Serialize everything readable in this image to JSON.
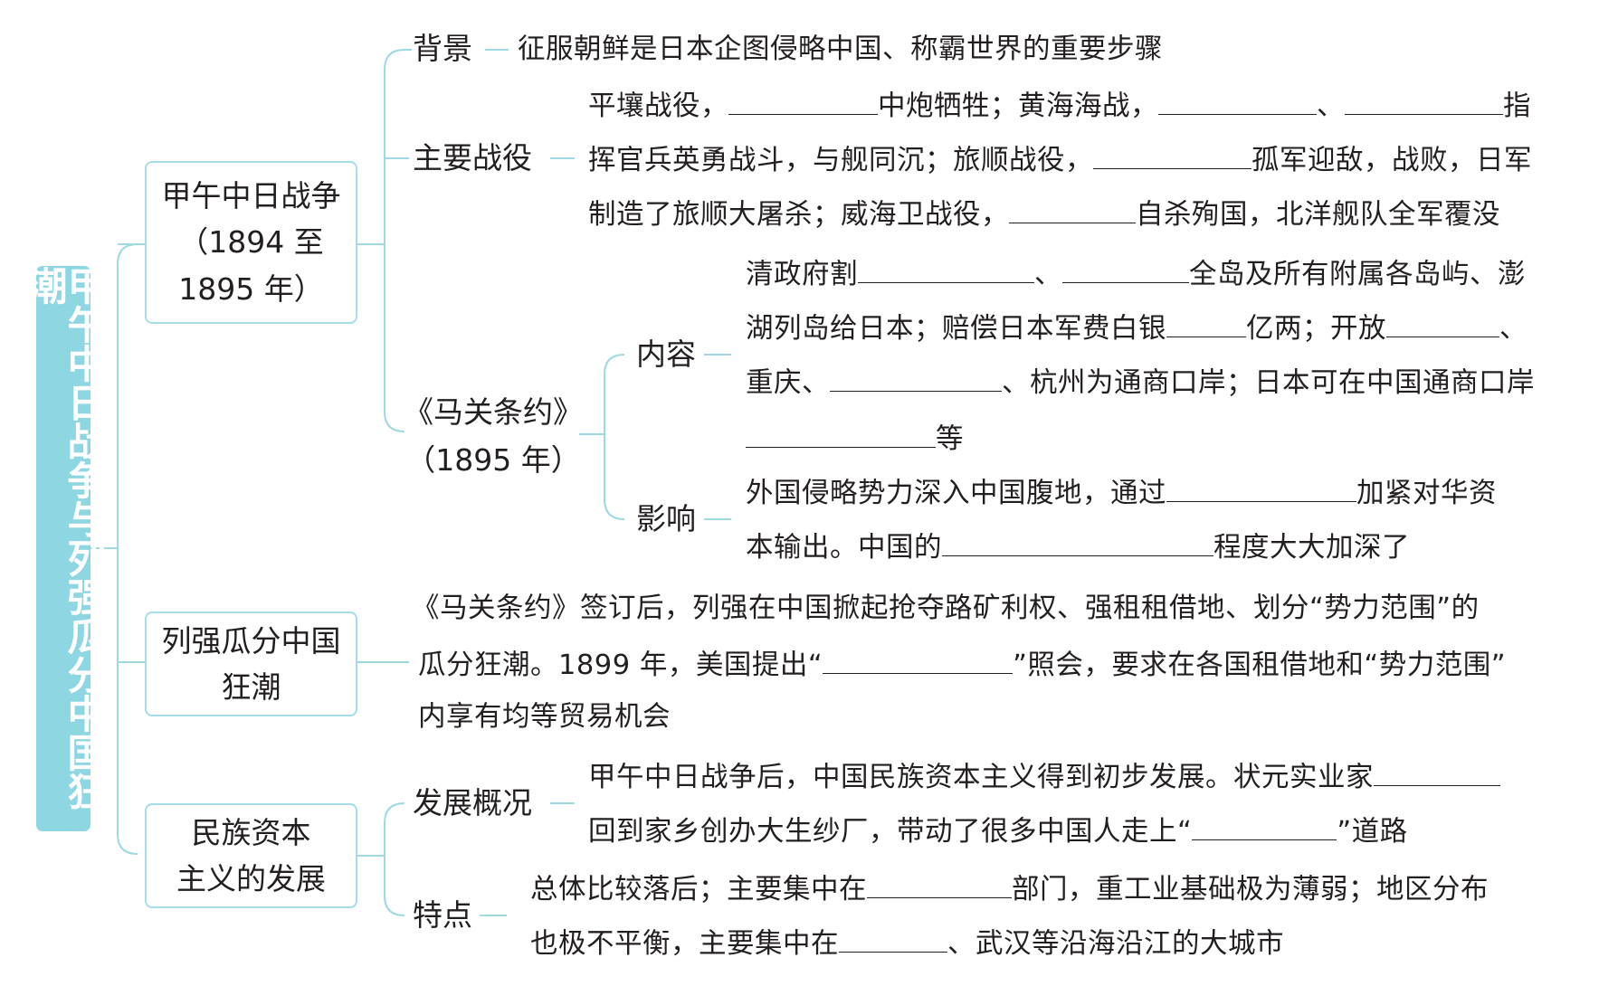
{
  "root": "甲午中日战争与列强瓜分中国狂潮",
  "sections": {
    "war": {
      "title_line1": "甲午中日战争",
      "title_line2": "（1894 至",
      "title_line3": "1895 年）",
      "background": {
        "label": "背景",
        "text": "征服朝鲜是日本企图侵略中国、称霸世界的重要步骤"
      },
      "battles": {
        "label": "主要战役",
        "line1_a": "平壤战役，",
        "line1_b": "中炮牺牲；黄海海战，",
        "line1_c": "、",
        "line1_d": "指",
        "line2_a": "挥官兵英勇战斗，与舰同沉；旅顺战役，",
        "line2_b": "孤军迎敌，战败，日军",
        "line3_a": "制造了旅顺大屠杀；威海卫战役，",
        "line3_b": "自杀殉国，北洋舰队全军覆没"
      },
      "treaty": {
        "label_line1": "《马关条约》",
        "label_line2": "（1895 年）",
        "content": {
          "label": "内容",
          "line1_a": "清政府割",
          "line1_b": "、",
          "line1_c": "全岛及所有附属各岛屿、澎",
          "line2_a": "湖列岛给日本；赔偿日本军费白银",
          "line2_b": "亿两；开放",
          "line2_c": "、",
          "line3_a": "重庆、",
          "line3_b": "、杭州为通商口岸；日本可在中国通商口岸",
          "line4": "等"
        },
        "impact": {
          "label": "影响",
          "line1_a": "外国侵略势力深入中国腹地，通过",
          "line1_b": "加紧对华资",
          "line2_a": "本输出。中国的",
          "line2_b": "程度大大加深了"
        }
      }
    },
    "partition": {
      "title_line1": "列强瓜分中国",
      "title_line2": "狂潮",
      "line1": "《马关条约》签订后，列强在中国掀起抢夺路矿利权、强租租借地、划分“势力范围”的",
      "line2_a": "瓜分狂潮。1899 年，美国提出“",
      "line2_b": "”照会，要求在各国租借地和“势力范围”",
      "line3": "内享有均等贸易机会"
    },
    "capitalism": {
      "title_line1": "民族资本",
      "title_line2": "主义的发展",
      "overview": {
        "label": "发展概况",
        "line1": "甲午中日战争后，中国民族资本主义得到初步发展。状元实业家",
        "line2_a": "回到家乡创办大生纱厂，带动了很多中国人走上“",
        "line2_b": "”道路"
      },
      "features": {
        "label": "特点",
        "line1_a": "总体比较落后；主要集中在",
        "line1_b": "部门，重工业基础极为薄弱；地区分布",
        "line2_a": "也极不平衡，主要集中在",
        "line2_b": "、武汉等沿海沿江的大城市"
      }
    }
  },
  "colors": {
    "accent": "#8fd6e3",
    "box_border": "#a6dde7",
    "connector": "#9fd9e4",
    "text": "#231f20"
  }
}
